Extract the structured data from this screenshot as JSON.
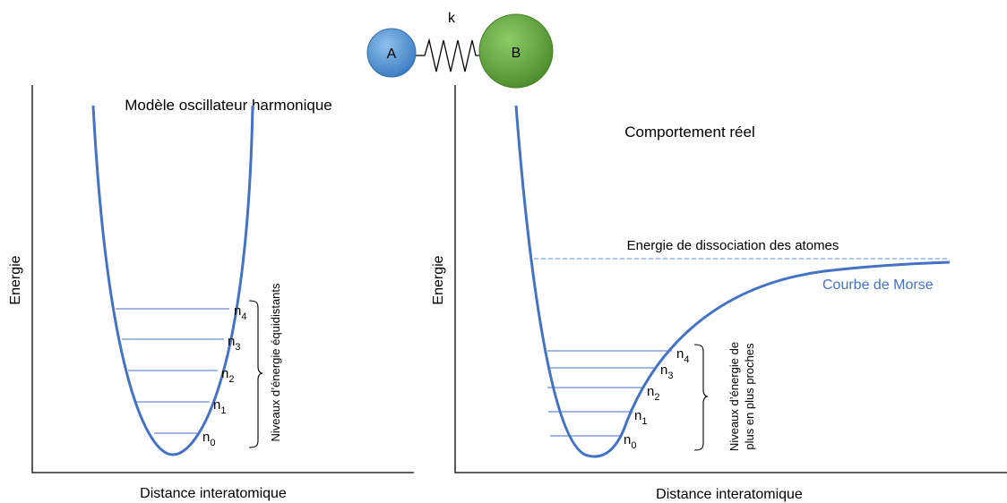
{
  "molecule": {
    "atom_a": "A",
    "atom_b": "B",
    "spring_label": "k"
  },
  "left_panel": {
    "title": "Modèle oscillateur harmonique",
    "y_axis_label": "Energie",
    "x_axis_label": "Distance interatomique",
    "levels": [
      {
        "base": "n",
        "sub": "0"
      },
      {
        "base": "n",
        "sub": "1"
      },
      {
        "base": "n",
        "sub": "2"
      },
      {
        "base": "n",
        "sub": "3"
      },
      {
        "base": "n",
        "sub": "4"
      }
    ],
    "levels_caption": "Niveaux d’énergie équidistants"
  },
  "right_panel": {
    "title": "Comportement réel",
    "y_axis_label": "Energie",
    "x_axis_label": "Distance interatomique",
    "dissociation_label": "Energie de dissociation des atomes",
    "curve_label": "Courbe de Morse",
    "levels": [
      {
        "base": "n",
        "sub": "0"
      },
      {
        "base": "n",
        "sub": "1"
      },
      {
        "base": "n",
        "sub": "2"
      },
      {
        "base": "n",
        "sub": "3"
      },
      {
        "base": "n",
        "sub": "4"
      }
    ],
    "levels_caption_line1": "Niveaux d’énergie de",
    "levels_caption_line2": "plus en plus proches"
  },
  "colors": {
    "curve": "#4472c4",
    "atom_a": "#5b9bd5",
    "atom_b": "#70ad47"
  }
}
